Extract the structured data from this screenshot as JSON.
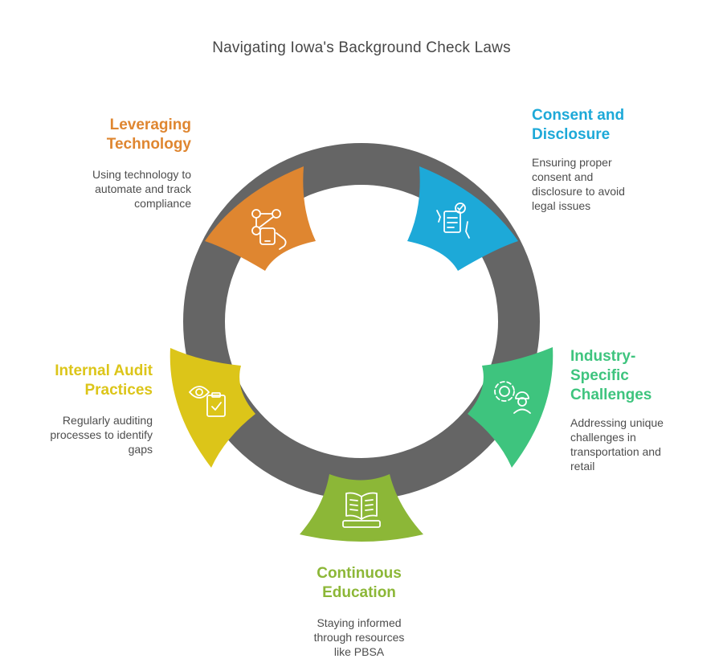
{
  "title": "Navigating Iowa's Background Check Laws",
  "colors": {
    "ring": "#656565",
    "consent": "#1da9d8",
    "industry": "#3ec47e",
    "education": "#8cb737",
    "audit": "#dcc519",
    "technology": "#df8630",
    "text": "#4d4d4d"
  },
  "steps": {
    "consent": {
      "heading": [
        "Consent and",
        "Disclosure"
      ],
      "description": [
        "Ensuring proper",
        "consent and",
        "disclosure to avoid",
        "legal issues"
      ],
      "icon": "signed-document-icon"
    },
    "industry": {
      "heading": [
        "Industry-",
        "Specific",
        "Challenges"
      ],
      "description": [
        "Addressing unique",
        "challenges in",
        "transportation and",
        "retail"
      ],
      "icon": "gear-worker-icon"
    },
    "education": {
      "heading": [
        "Continuous",
        "Education"
      ],
      "description": [
        "Staying informed",
        "through resources",
        "like PBSA"
      ],
      "icon": "open-book-icon"
    },
    "audit": {
      "heading": [
        "Internal Audit",
        "Practices"
      ],
      "description": [
        "Regularly auditing",
        "processes to identify",
        "gaps"
      ],
      "icon": "eye-clipboard-icon"
    },
    "technology": {
      "heading": [
        "Leveraging",
        "Technology"
      ],
      "description": [
        "Using technology to",
        "automate and track",
        "compliance"
      ],
      "icon": "network-phone-icon"
    }
  }
}
